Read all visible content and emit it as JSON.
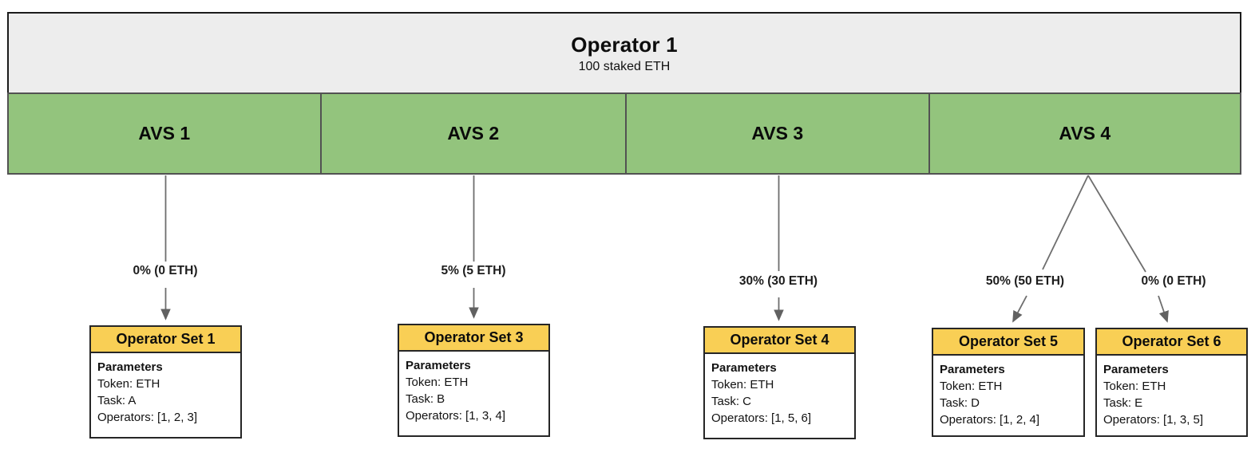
{
  "operator": {
    "title": "Operator 1",
    "subtitle": "100 staked ETH"
  },
  "avs": [
    {
      "label": "AVS 1"
    },
    {
      "label": "AVS 2"
    },
    {
      "label": "AVS 3"
    },
    {
      "label": "AVS 4"
    }
  ],
  "allocations": [
    {
      "from": "AVS 1",
      "to": "Operator Set 1",
      "label": "0% (0 ETH)"
    },
    {
      "from": "AVS 2",
      "to": "Operator Set 3",
      "label": "5% (5 ETH)"
    },
    {
      "from": "AVS 3",
      "to": "Operator Set 4",
      "label": "30% (30 ETH)"
    },
    {
      "from": "AVS 4",
      "to": "Operator Set 5",
      "label": "50% (50 ETH)"
    },
    {
      "from": "AVS 4",
      "to": "Operator Set 6",
      "label": "0% (0 ETH)"
    }
  ],
  "operator_sets": [
    {
      "title": "Operator Set 1",
      "params_heading": "Parameters",
      "token_line": "Token: ETH",
      "task_line": "Task: A",
      "operators_line": "Operators: [1, 2, 3]"
    },
    {
      "title": "Operator Set 3",
      "params_heading": "Parameters",
      "token_line": "Token: ETH",
      "task_line": "Task: B",
      "operators_line": "Operators: [1, 3, 4]"
    },
    {
      "title": "Operator Set 4",
      "params_heading": "Parameters",
      "token_line": "Token: ETH",
      "task_line": "Task: C",
      "operators_line": "Operators: [1, 5, 6]"
    },
    {
      "title": "Operator Set 5",
      "params_heading": "Parameters",
      "token_line": "Token: ETH",
      "task_line": "Task: D",
      "operators_line": "Operators: [1, 2, 4]"
    },
    {
      "title": "Operator Set 6",
      "params_heading": "Parameters",
      "token_line": "Token: ETH",
      "task_line": "Task: E",
      "operators_line": "Operators: [1, 3, 5]"
    }
  ],
  "colors": {
    "operator_header_bg": "#EDEDED",
    "avs_green": "#93C47D",
    "set_header_yellow": "#F9CF55",
    "arrow_gray": "#6E6E6E",
    "border_dark": "#262626"
  }
}
